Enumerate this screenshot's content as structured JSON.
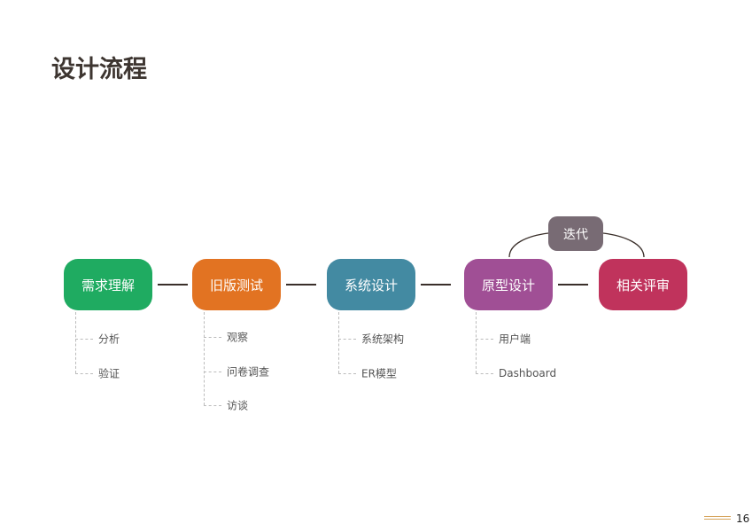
{
  "title": "设计流程",
  "steps": [
    {
      "label": "需求理解",
      "color": "#1fab61",
      "items": [
        "分析",
        "验证"
      ]
    },
    {
      "label": "旧版测试",
      "color": "#e27322",
      "items": [
        "观察",
        "问卷调查",
        "访谈"
      ]
    },
    {
      "label": "系统设计",
      "color": "#438aa2",
      "items": [
        "系统架构",
        "ER模型"
      ]
    },
    {
      "label": "原型设计",
      "color": "#a04f95",
      "items": [
        "用户端",
        "Dashboard"
      ]
    },
    {
      "label": "相关评审",
      "color": "#c0335c",
      "items": []
    }
  ],
  "iteration": {
    "label": "迭代",
    "color": "#786b74"
  },
  "page_number": "16"
}
